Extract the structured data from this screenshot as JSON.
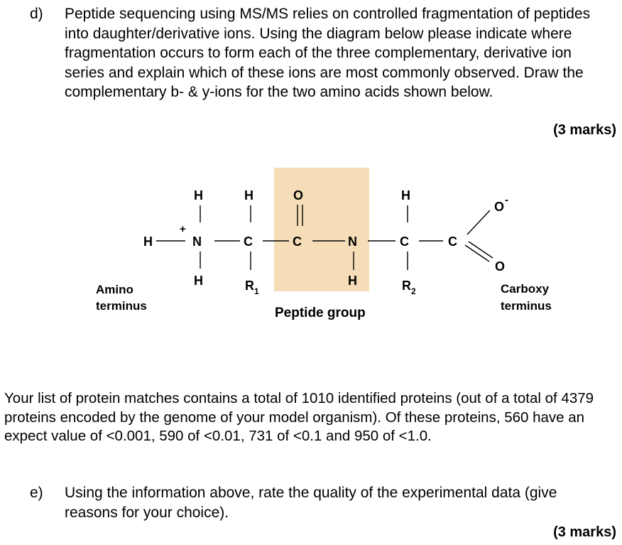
{
  "question_d": {
    "label": "d)",
    "text": "Peptide sequencing using MS/MS relies on controlled fragmentation of peptides into daughter/derivative ions. Using the diagram below please indicate where fragmentation occurs to form each of the three complementary, derivative ion series and explain which of these ions are most commonly observed. Draw the complementary b- & y-ions for the two amino acids shown below.",
    "marks": "(3 marks)"
  },
  "diagram": {
    "atoms": {
      "H": "H",
      "N": "N",
      "C": "C",
      "O": "O",
      "O_minus": "O",
      "minus": "-",
      "plus": "+",
      "R1": "R",
      "R1_sub": "1",
      "R2": "R",
      "R2_sub": "2"
    },
    "labels": {
      "amino_line1": "Amino",
      "amino_line2": "terminus",
      "peptide_group": "Peptide group",
      "carboxy_line1": "Carboxy",
      "carboxy_line2": "terminus"
    },
    "colors": {
      "highlight": "#f5ddb7"
    }
  },
  "paragraph": {
    "text": "Your list of protein matches contains a total of 1010 identified proteins (out of a total of 4379 proteins encoded by the genome of your model organism). Of these proteins, 560 have an expect value of <0.001, 590 of <0.01, 731 of <0.1 and 950 of <1.0."
  },
  "question_e": {
    "label": "e)",
    "text": "Using the information above, rate the quality of the experimental data (give reasons for your choice).",
    "marks": "(3 marks)"
  }
}
